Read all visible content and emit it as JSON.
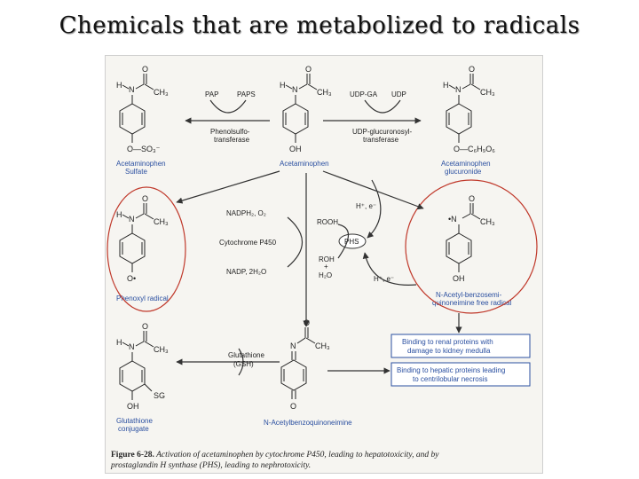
{
  "slide": {
    "title": "Chemicals that are metabolized to radicals"
  },
  "molecules": {
    "acetaminophen": {
      "name": "Acetaminophen",
      "substituent": "OH"
    },
    "sulfate": {
      "name_line1": "Acetaminophen",
      "name_line2": "Sulfate",
      "substituent": "O—SO₃⁻"
    },
    "glucuronide": {
      "name_line1": "Acetaminophen",
      "name_line2": "glucuronide",
      "substituent": "O—C₆H₉O₆"
    },
    "phenoxyl": {
      "name": "Phenoxyl radical",
      "substituent": "O•"
    },
    "semiquinone": {
      "name_line1": "N-Acetyl-benzosemi-",
      "name_line2": "quinoneimine free radical",
      "substituent": "OH"
    },
    "glutathione_conj": {
      "name_line1": "Glutathione",
      "name_line2": "conjugate",
      "substituent": "OH",
      "sg": "SG"
    },
    "napqi": {
      "name": "N-Acetylbenzoquinoneimine",
      "substituent": "O"
    }
  },
  "atoms": {
    "h": "H",
    "n": "N",
    "ch3": "CH₃",
    "o": "O"
  },
  "labels": {
    "pap": "PAP",
    "paps": "PAPS",
    "sulfo_line1": "Phenolsulfo-",
    "sulfo_line2": "transferase",
    "udpga": "UDP-GA",
    "udp": "UDP",
    "gluc_line1": "UDP-glucuronosyl-",
    "gluc_line2": "transferase",
    "nadph": "NADPH₂, O₂",
    "p450": "Cytochrome P450",
    "nadp": "NADP, 2H₂O",
    "rooh": "ROOH",
    "phs": "PHS",
    "roh": "ROH",
    "plus": "+",
    "h2o": "H₂O",
    "he_top": "H⁺, e⁻",
    "he_bottom": "H⁺, e⁻",
    "gsh_line1": "Glutathione",
    "gsh_line2": "(GSH)"
  },
  "boxes": {
    "renal_line1": "Binding to renal proteins with",
    "renal_line2": "damage to kidney medulla",
    "hepatic_line1": "Binding to hepatic proteins leading",
    "hepatic_line2": "to centrilobular necrosis"
  },
  "caption": {
    "figure_label": "Figure 6-28.",
    "line1_rest": " Activation of acetaminophen by cytochrome P450, leading to hepatotoxicity, and by",
    "line2": "prostaglandin H synthase (PHS), leading to nephrotoxicity."
  },
  "colors": {
    "highlight_circle": "#c0392b",
    "name_blue": "#2a4fa0",
    "box_border": "#2a4fa0"
  }
}
